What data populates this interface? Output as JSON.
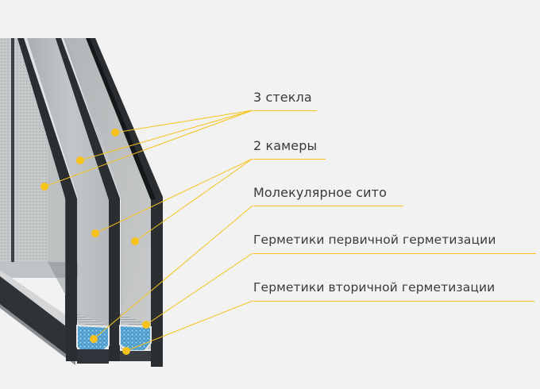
{
  "colors": {
    "background": "#f2f2f2",
    "accent": "#f6c21c",
    "text": "#3a3a3a",
    "frame": "#2f3336",
    "glass": "#b9bcbe",
    "sieve": "#5ea8d4"
  },
  "labels": [
    {
      "id": "glass",
      "text": "3 стекла",
      "pointer_count": 3
    },
    {
      "id": "chambers",
      "text": "2 камеры",
      "pointer_count": 2
    },
    {
      "id": "sieve",
      "text": "Молекулярное сито",
      "pointer_count": 1
    },
    {
      "id": "primary-sealant",
      "text": "Герметики первичной герметизации",
      "pointer_count": 1
    },
    {
      "id": "secondary-sealant",
      "text": "Герметики вторичной герметизации",
      "pointer_count": 1
    }
  ]
}
